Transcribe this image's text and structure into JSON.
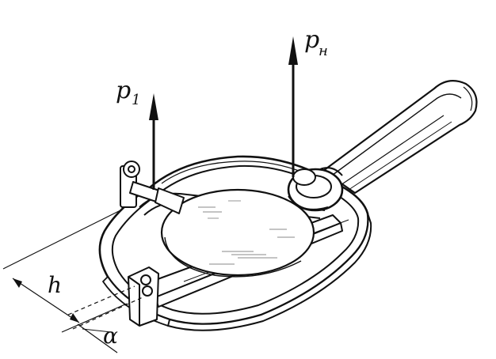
{
  "labels": {
    "force_1": "p",
    "force_1_sub": "1",
    "force_n": "p",
    "force_n_sub": "н",
    "dim_h": "h",
    "dim_alpha": "α"
  },
  "colors": {
    "ink": "#111111",
    "paper": "#ffffff"
  }
}
